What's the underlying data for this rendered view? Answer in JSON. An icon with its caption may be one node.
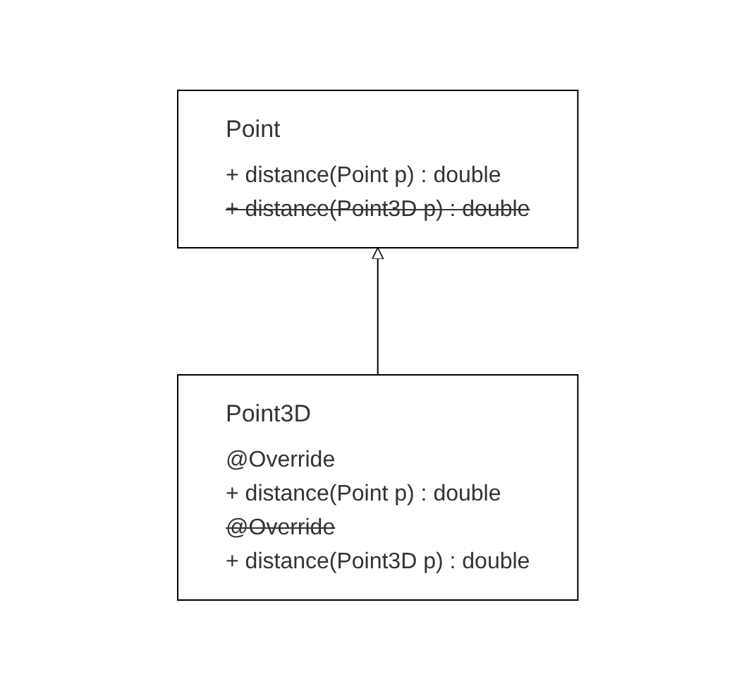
{
  "diagram": {
    "nodes": [
      {
        "text": [
          "Point",
          "+ distance(Point p) : double",
          "+ distance(Point3D p) : double"
        ]
      },
      {
        "text": [
          "Point3D",
          "@Override",
          "+ distance(Point p) : double",
          "@Override",
          "+ distance(Point3D p) : double"
        ]
      }
    ],
    "edges": [
      {
        "from": 1,
        "to": 0,
        "arrow": "to"
      }
    ]
  }
}
